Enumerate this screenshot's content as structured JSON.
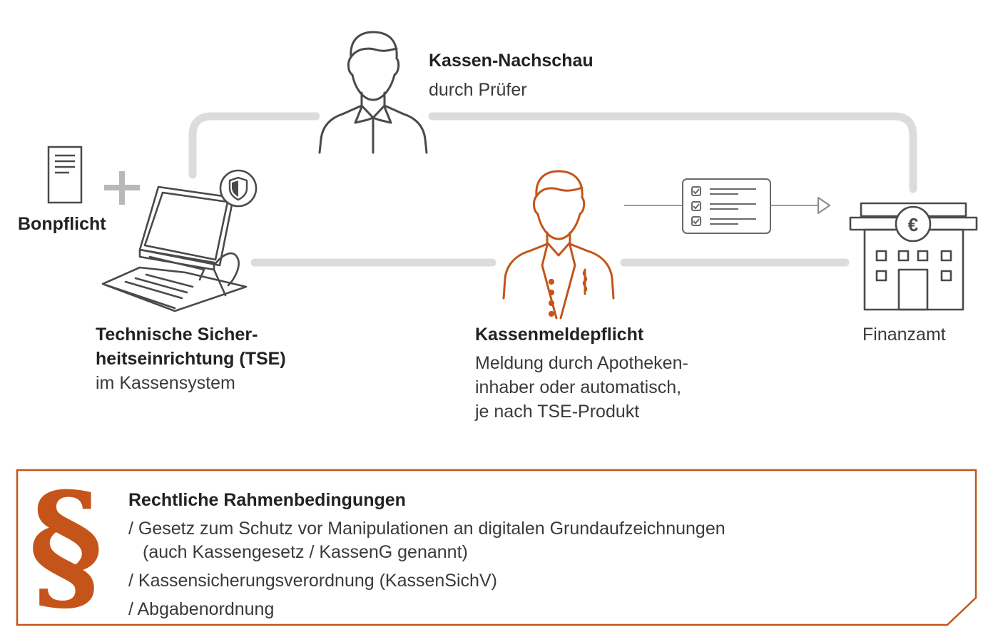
{
  "inspection": {
    "title": "Kassen-Nachschau",
    "subtitle": "durch Prüfer"
  },
  "receipt": {
    "label": "Bonpflicht"
  },
  "tse": {
    "line1": "Technische Sicher-",
    "line2": "heitseinrichtung (TSE)",
    "line3": "im Kassensystem"
  },
  "reporting": {
    "title": "Kassenmeldepflicht",
    "line1": "Meldung durch Apotheken-",
    "line2": "inhaber oder automatisch,",
    "line3": "je nach TSE-Produkt"
  },
  "tax_office": {
    "label": "Finanzamt",
    "currency_symbol": "€"
  },
  "legal": {
    "symbol": "§",
    "title": "Rechtliche Rahmenbedingungen",
    "items": [
      {
        "line1": "/ Gesetz zum Schutz vor Manipulationen an digitalen Grundaufzeichnungen",
        "line2": "(auch Kassengesetz / KassenG genannt)"
      },
      {
        "line1": "/ Kassensicherungsverordnung (KassenSichV)"
      },
      {
        "line1": "/ Abgabenordnung"
      }
    ]
  },
  "colors": {
    "accent": "#c4541a",
    "icon_stroke": "#4a4a4a",
    "connector": "#dcdcdc",
    "text": "#3a3a3a"
  },
  "icons": [
    "document-icon",
    "plus-icon",
    "inspector-person-icon",
    "cash-register-icon",
    "shield-icon",
    "pharmacist-person-icon",
    "checklist-icon",
    "arrow-icon",
    "tax-office-building-icon",
    "paragraph-icon"
  ]
}
